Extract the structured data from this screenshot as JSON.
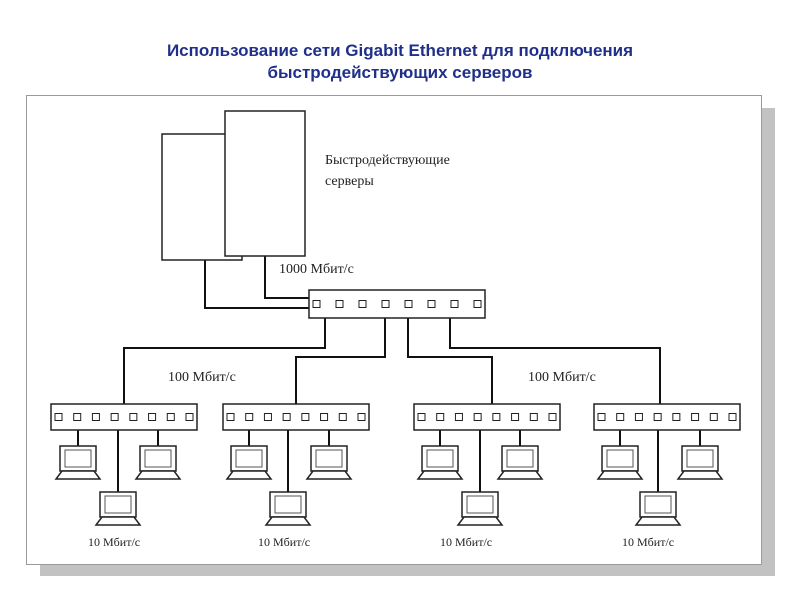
{
  "slide": {
    "title_line1": "Использование сети Gigabit Ethernet для подключения",
    "title_line2": "быстродействующих серверов"
  },
  "diagram": {
    "servers_label_line1": "Быстродействующие",
    "servers_label_line2": "серверы",
    "core_speed": "1000 Мбит/с",
    "mid_speed_left": "100 Мбит/с",
    "mid_speed_right": "100 Мбит/с",
    "edge_speed_1": "10 Мбит/с",
    "edge_speed_2": "10 Мбит/с",
    "edge_speed_3": "10 Мбит/с",
    "edge_speed_4": "10 Мбит/с"
  }
}
